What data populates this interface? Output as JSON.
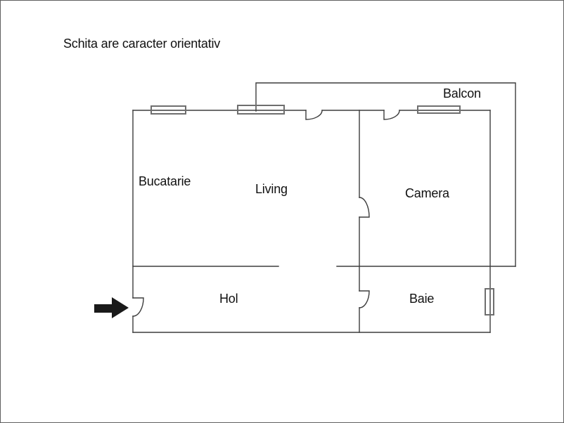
{
  "title": "Schita are caracter orientativ",
  "floorplan": {
    "rooms": {
      "bucatarie": {
        "label": "Bucatarie"
      },
      "living": {
        "label": "Living"
      },
      "camera": {
        "label": "Camera"
      },
      "balcon": {
        "label": "Balcon"
      },
      "hol": {
        "label": "Hol"
      },
      "baie": {
        "label": "Baie"
      }
    },
    "features": {
      "entrance_arrow": "arrow pointing right at entrance door",
      "windows": [
        "bucatarie-window",
        "living-window",
        "camera-window",
        "baie-window"
      ],
      "doors": [
        "entrance-door",
        "living-balcony-door",
        "camera-balcony-door",
        "living-camera-door",
        "hol-baie-door"
      ]
    },
    "colors": {
      "wall": "#3d3d3d",
      "window_frame": "#6e6e6e",
      "arrow": "#1a1a1a",
      "text": "#111111",
      "background": "#ffffff"
    }
  }
}
